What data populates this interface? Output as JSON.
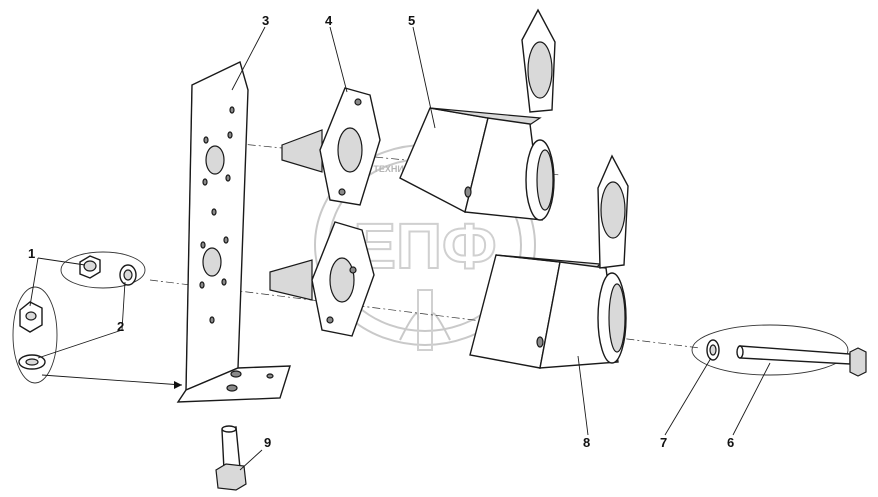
{
  "diagram": {
    "callouts": {
      "c1": "1",
      "c2": "2",
      "c3": "3",
      "c4": "4",
      "c5": "5",
      "c6": "6",
      "c7": "7",
      "c8": "8",
      "c9": "9"
    },
    "watermark": {
      "logo_text": "ЕПФ",
      "ring_text": "ТЕХНИКА И ЗАПЧАСТИ"
    }
  }
}
